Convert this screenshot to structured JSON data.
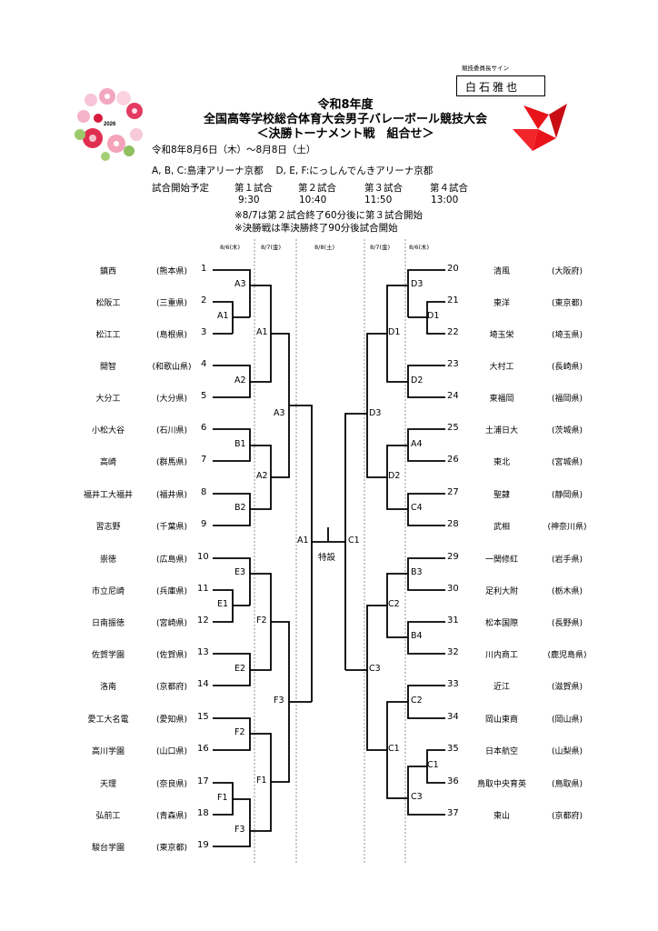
{
  "signature": {
    "label": "競技委員長サイン",
    "name": "白石雅也"
  },
  "flower_year": "2026",
  "title": {
    "line1": "令和8年度",
    "line2": "全国高等学校総合体育大会男子バレーボール競技大会",
    "line3": "＜決勝トーナメント戦　組合せ＞"
  },
  "period": "令和8年8月6日（木）～8月8日（土）",
  "venues": "A, B, C:島津アリーナ京都　  D, E, F:にっしんでんきアリーナ京都",
  "schedule": {
    "label": "試合開始予定",
    "matches": [
      {
        "name": "第１試合",
        "time": "9:30"
      },
      {
        "name": "第２試合",
        "time": "10:40"
      },
      {
        "name": "第３試合",
        "time": "11:50"
      },
      {
        "name": "第４試合",
        "time": "13:00"
      }
    ],
    "note1": "※8/7は第２試合終了60分後に第３試合開始",
    "note2": "※決勝戦は準決勝終了90分後試合開始"
  },
  "round_dates": [
    "8/6(木)",
    "8/7(金)",
    "8/8(土)",
    "8/7(金)",
    "8/6(木)"
  ],
  "left_teams": [
    {
      "no": "1",
      "name": "鎮西",
      "pref": "(熊本県)"
    },
    {
      "no": "2",
      "name": "松阪工",
      "pref": "(三重県)"
    },
    {
      "no": "3",
      "name": "松江工",
      "pref": "(島根県)"
    },
    {
      "no": "4",
      "name": "開智",
      "pref": "(和歌山県)"
    },
    {
      "no": "5",
      "name": "大分工",
      "pref": "(大分県)"
    },
    {
      "no": "6",
      "name": "小松大谷",
      "pref": "(石川県)"
    },
    {
      "no": "7",
      "name": "高崎",
      "pref": "(群馬県)"
    },
    {
      "no": "8",
      "name": "福井工大福井",
      "pref": "(福井県)"
    },
    {
      "no": "9",
      "name": "習志野",
      "pref": "(千葉県)"
    },
    {
      "no": "10",
      "name": "崇徳",
      "pref": "(広島県)"
    },
    {
      "no": "11",
      "name": "市立尼崎",
      "pref": "(兵庫県)"
    },
    {
      "no": "12",
      "name": "日南振徳",
      "pref": "(宮崎県)"
    },
    {
      "no": "13",
      "name": "佐賀学園",
      "pref": "(佐賀県)"
    },
    {
      "no": "14",
      "name": "洛南",
      "pref": "(京都府)"
    },
    {
      "no": "15",
      "name": "愛工大名電",
      "pref": "(愛知県)"
    },
    {
      "no": "16",
      "name": "高川学園",
      "pref": "(山口県)"
    },
    {
      "no": "17",
      "name": "天理",
      "pref": "(奈良県)"
    },
    {
      "no": "18",
      "name": "弘前工",
      "pref": "(青森県)"
    },
    {
      "no": "19",
      "name": "駿台学園",
      "pref": "(東京都)"
    }
  ],
  "right_teams": [
    {
      "no": "20",
      "name": "清風",
      "pref": "(大阪府)"
    },
    {
      "no": "21",
      "name": "東洋",
      "pref": "(東京都)"
    },
    {
      "no": "22",
      "name": "埼玉栄",
      "pref": "(埼玉県)"
    },
    {
      "no": "23",
      "name": "大村工",
      "pref": "(長崎県)"
    },
    {
      "no": "24",
      "name": "東福岡",
      "pref": "(福岡県)"
    },
    {
      "no": "25",
      "name": "土浦日大",
      "pref": "(茨城県)"
    },
    {
      "no": "26",
      "name": "東北",
      "pref": "(宮城県)"
    },
    {
      "no": "27",
      "name": "聖隷",
      "pref": "(静岡県)"
    },
    {
      "no": "28",
      "name": "武相",
      "pref": "(神奈川県)"
    },
    {
      "no": "29",
      "name": "一関修紅",
      "pref": "(岩手県)"
    },
    {
      "no": "30",
      "name": "足利大附",
      "pref": "(栃木県)"
    },
    {
      "no": "31",
      "name": "松本国際",
      "pref": "(長野県)"
    },
    {
      "no": "32",
      "name": "川内商工",
      "pref": "(鹿児島県)"
    },
    {
      "no": "33",
      "name": "近江",
      "pref": "(滋賀県)"
    },
    {
      "no": "34",
      "name": "岡山東商",
      "pref": "(岡山県)"
    },
    {
      "no": "35",
      "name": "日本航空",
      "pref": "(山梨県)"
    },
    {
      "no": "36",
      "name": "鳥取中央育英",
      "pref": "(鳥取県)"
    },
    {
      "no": "37",
      "name": "東山",
      "pref": "(京都府)"
    }
  ],
  "match_codes": {
    "a3_l": "A3",
    "a1_l": "A1",
    "a2_l": "A2",
    "a2_r1": "A2",
    "b1": "B1",
    "b2": "B2",
    "e3": "E3",
    "e1": "E1",
    "e2": "E2",
    "f2a": "F2",
    "f2b": "F2",
    "f1a": "F1",
    "f1b": "F1",
    "f3a": "F3",
    "f3b": "F3",
    "a1_r2": "A1",
    "a3_r3": "A3",
    "a1_final": "A1",
    "c1_final": "C1",
    "d3_r1": "D3",
    "d1_r1": "D1",
    "d1_r2": "D1",
    "d2_r1": "D2",
    "a4": "A4",
    "c4": "C4",
    "d2_r2": "D2",
    "d3_r3": "D3",
    "b3": "B3",
    "b4": "B4",
    "c2_r2": "C2",
    "c2_r1": "C2",
    "c1_r1": "C1",
    "c3_r1": "C3",
    "c1_r2": "C1",
    "c3_r3": "C3"
  },
  "final_label": "特設",
  "brand_color": "#e8141a"
}
